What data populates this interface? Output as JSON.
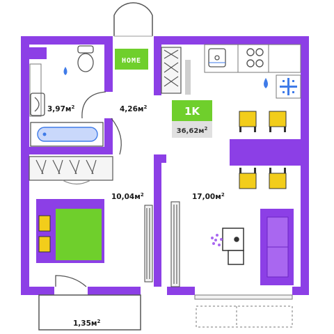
{
  "plan": {
    "home_label": "HOME",
    "apartment_type": "1K",
    "total_area": "36,62",
    "area_unit_sup": "2",
    "area_unit": "м",
    "rooms": [
      {
        "id": "bathroom",
        "area": "3,97"
      },
      {
        "id": "hallway",
        "area": "4,26"
      },
      {
        "id": "bedroom",
        "area": "10,04"
      },
      {
        "id": "living-kitchen",
        "area": "17,00"
      },
      {
        "id": "balcony",
        "area": "1,35"
      }
    ]
  },
  "colors": {
    "wall": "#8c3fe6",
    "accent_green": "#6fcf2c",
    "chair_yellow": "#f2cd1b",
    "table_purple": "#8c3fe6",
    "icon_blue": "#3f7be8",
    "badge_grey": "#e0e0e0"
  }
}
